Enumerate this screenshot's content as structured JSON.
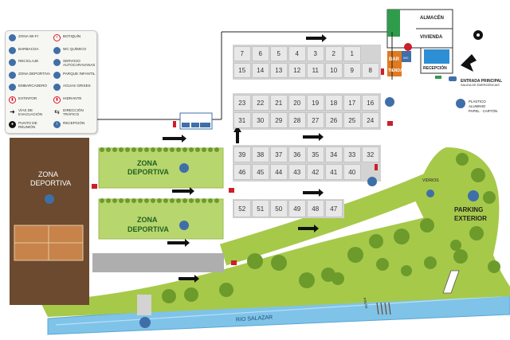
{
  "legend": {
    "items": [
      {
        "icon": "wifi-icon",
        "label": "ZONA WI-FI"
      },
      {
        "icon": "first-aid-icon",
        "label": "BOTIQUÍN"
      },
      {
        "icon": "barbecue-icon",
        "label": "BARBACOA"
      },
      {
        "icon": "chemical-wc-icon",
        "label": "WC QUÍMICO"
      },
      {
        "icon": "recycle-icon",
        "label": "RECICLAJE"
      },
      {
        "icon": "motorhome-service-icon",
        "label": "SERVICIO AUTOCARAVANAS"
      },
      {
        "icon": "sports-zone-icon",
        "label": "ZONA DEPORTIVA"
      },
      {
        "icon": "playground-icon",
        "label": "PARQUE INFANTIL"
      },
      {
        "icon": "boat-icon",
        "label": "EMBARCADERO"
      },
      {
        "icon": "grey-water-icon",
        "label": "AGUAS GRISES"
      },
      {
        "icon": "extinguisher-icon",
        "label": "EXTINTOR"
      },
      {
        "icon": "hydrant-icon",
        "label": "HIDRANTE"
      },
      {
        "icon": "evacuation-arrow-icon",
        "label": "VÍAS DE EVACUACIÓN"
      },
      {
        "icon": "traffic-direction-icon",
        "label": "DIRECCIÓN TRÁFICO"
      },
      {
        "icon": "meeting-point-icon",
        "label": "PUNTO DE REUNIÓN"
      },
      {
        "icon": "reception-icon",
        "label": "RECEPCIÓN"
      }
    ]
  },
  "plots": {
    "row1": [
      "7",
      "6",
      "5",
      "4",
      "3",
      "2",
      "1"
    ],
    "row2": [
      "15",
      "14",
      "13",
      "12",
      "11",
      "10",
      "9",
      "8"
    ],
    "row3": [
      "23",
      "22",
      "21",
      "20",
      "19",
      "18",
      "17",
      "16"
    ],
    "row4": [
      "31",
      "30",
      "29",
      "28",
      "27",
      "26",
      "25",
      "24"
    ],
    "row5": [
      "39",
      "38",
      "37",
      "36",
      "35",
      "34",
      "33",
      "32"
    ],
    "row6": [
      "46",
      "45",
      "44",
      "43",
      "42",
      "41",
      "40"
    ],
    "row7": [
      "52",
      "51",
      "50",
      "49",
      "48",
      "47"
    ]
  },
  "labels": {
    "almacen": "ALMACÉN",
    "vivienda": "VIVIENDA",
    "bar": "BAR",
    "tienda": "TIENDA",
    "recepcion": "RECEPCIÓN",
    "entrada_1": "ENTRADA PRINCIPAL",
    "entrada_2": "SALIDA DE EMERGENCIAS",
    "reciclaje_1": "PLÁSTICO",
    "reciclaje_2": "ALUMINIO",
    "reciclaje_3": "PAPEL · CARTÓN",
    "vidrios": "VIDRIOS",
    "parking_1": "PARKING",
    "parking_2": "EXTERIOR",
    "zona_left_1": "ZONA",
    "zona_left_2": "DEPORTIVA",
    "zona1_1": "ZONA",
    "zona1_2": "DEPORTIVA",
    "zona2_1": "ZONA",
    "zona2_2": "DEPORTIVA",
    "river": "RIO SALAZAR",
    "presa": "PRESA",
    "wc": "WC"
  },
  "colors": {
    "green": "#a6c94a",
    "dark_green": "#6c9b2c",
    "brown": "#6b4a2f",
    "plot": "#dcdcdc",
    "river": "#7fc3e8",
    "accent_blue": "#3f6fa8",
    "red": "#cc1f2a"
  }
}
